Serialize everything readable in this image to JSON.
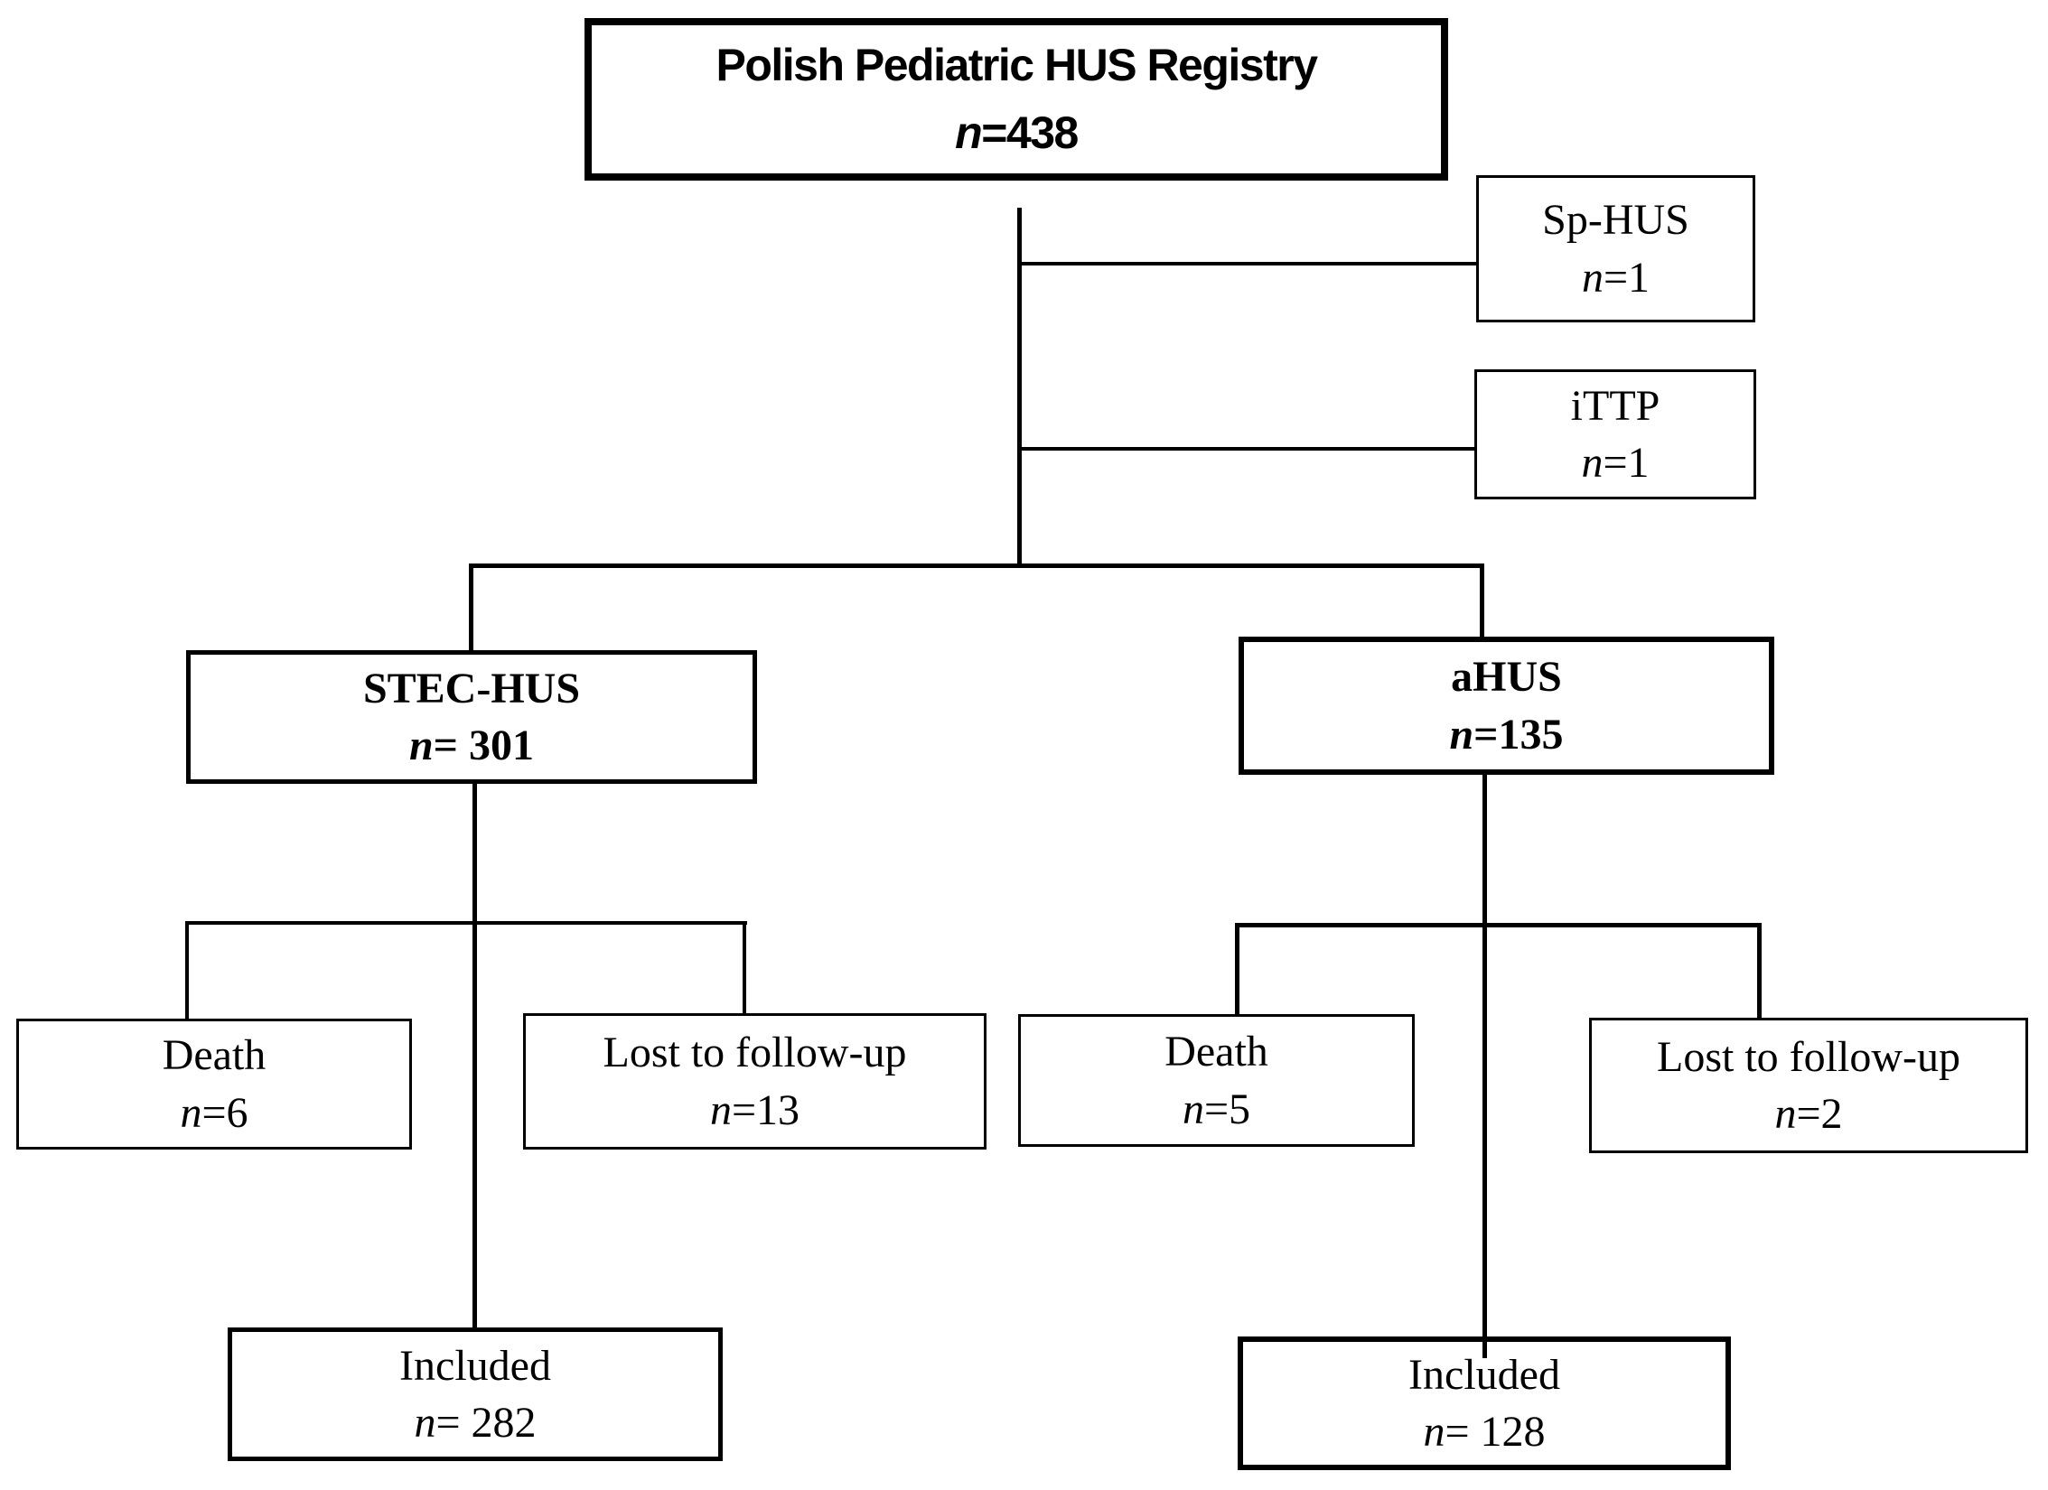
{
  "diagram": {
    "title_node": {
      "title": "Polish Pediatric HUS Registry",
      "n_var": "n",
      "n_rest": "=438"
    },
    "sp_hus": {
      "title": "Sp-HUS",
      "n_var": "n",
      "n_rest": "=1"
    },
    "ittp": {
      "title": "iTTP",
      "n_var": "n",
      "n_rest": "=1"
    },
    "stec_hus": {
      "title": "STEC-HUS",
      "n_var": "n",
      "n_rest": "= 301"
    },
    "ahus": {
      "title": "aHUS",
      "n_var": "n",
      "n_rest": "=135"
    },
    "stec_death": {
      "title": "Death",
      "n_var": "n",
      "n_rest": "=6"
    },
    "stec_lost": {
      "title": "Lost to follow-up",
      "n_var": "n",
      "n_rest": "=13"
    },
    "ahus_death": {
      "title": "Death",
      "n_var": "n",
      "n_rest": "=5"
    },
    "ahus_lost": {
      "title": "Lost to follow-up",
      "n_var": "n",
      "n_rest": "=2"
    },
    "stec_included": {
      "title": "Included",
      "n_var": "n",
      "n_rest": "= 282"
    },
    "ahus_included": {
      "title": "Included",
      "n_var": "n",
      "n_rest": "= 128"
    },
    "colors": {
      "line": "#000000",
      "box_border": "#000000",
      "background": "#ffffff",
      "text": "#000000"
    }
  }
}
